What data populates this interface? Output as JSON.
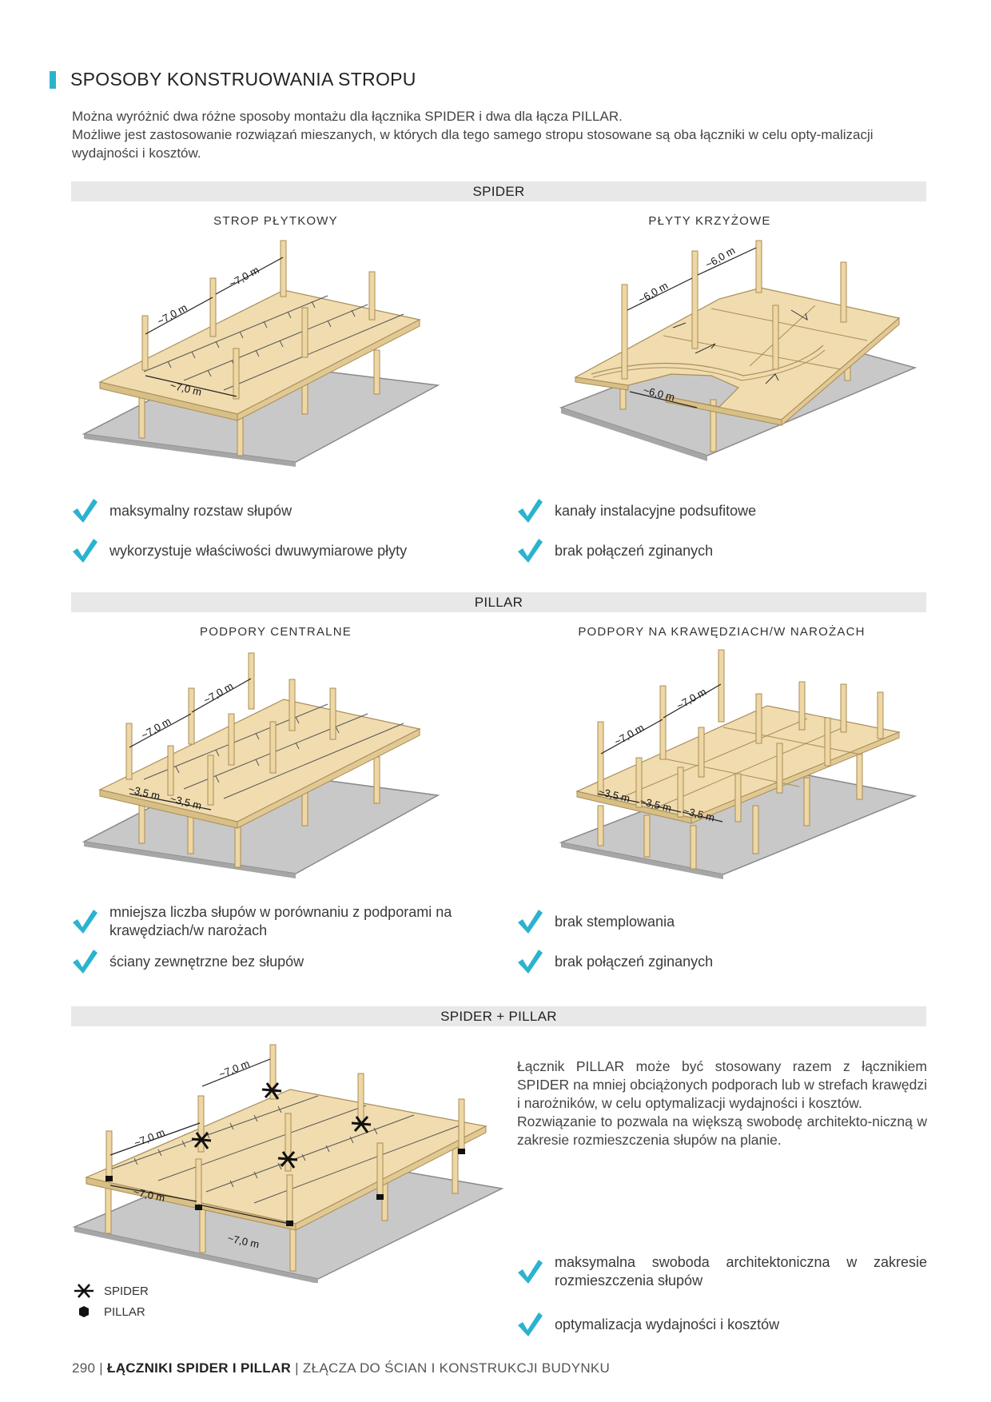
{
  "heading": "SPOSOBY KONSTRUOWANIA STROPU",
  "intro": {
    "line1": "Można wyróżnić dwa różne sposoby montażu dla łącznika SPIDER i dwa dla łącza PILLAR.",
    "line2": "Możliwe jest zastosowanie rozwiązań mieszanych, w których dla tego samego stropu stosowane są oba łączniki w celu opty-malizacji wydajności i kosztów."
  },
  "sections": {
    "spider": {
      "band": "SPIDER",
      "left": {
        "title": "STROP PŁYTKOWY",
        "dims": [
          "~7,0 m",
          "~7,0 m",
          "~7,0 m"
        ],
        "checks": [
          "maksymalny rozstaw słupów",
          "wykorzystuje właściwości dwuwymiarowe płyty"
        ]
      },
      "right": {
        "title": "PŁYTY KRZYŻOWE",
        "dims": [
          "~6,0 m",
          "~6,0 m",
          "~6,0 m"
        ],
        "checks": [
          "kanały instalacyjne podsufitowe",
          "brak połączeń zginanych"
        ]
      }
    },
    "pillar": {
      "band": "PILLAR",
      "left": {
        "title": "PODPORY CENTRALNE",
        "dims": [
          "~7,0 m",
          "~7,0 m",
          "~3,5 m",
          "~3,5 m"
        ],
        "checks": [
          "mniejsza liczba słupów w porównaniu z podporami na krawędziach/w narożach",
          "ściany zewnętrzne bez słupów"
        ]
      },
      "right": {
        "title": "PODPORY NA KRAWĘDZIACH/W NAROŻACH",
        "dims": [
          "~7,0 m",
          "~7,0 m",
          "~3,5 m",
          "~3,5 m",
          "~3,5 m"
        ],
        "checks": [
          "brak stemplowania",
          "brak połączeń zginanych"
        ]
      }
    },
    "combo": {
      "band": "SPIDER + PILLAR",
      "dims": [
        "~7,0 m",
        "~7,0 m",
        "~7,0 m",
        "~7,0 m"
      ],
      "text1": "Łącznik PILLAR może być stosowany razem z łącznikiem SPIDER na mniej obciążonych podporach lub w strefach krawędzi i narożników, w celu optymalizacji wydajności i kosztów.",
      "text2": "Rozwiązanie to pozwala na większą swobodę architekto-niczną w zakresie rozmieszczenia słupów na planie.",
      "checks": [
        "maksymalna swoboda architektoniczna w zakresie rozmieszczenia słupów",
        "optymalizacja wydajności i kosztów"
      ],
      "legend": {
        "spider": "SPIDER",
        "pillar": "PILLAR"
      }
    }
  },
  "footer": {
    "page": "290",
    "sep": "|",
    "strong": "ŁĄCZNIKI SPIDER I PILLAR",
    "rest": "ZŁĄCZA DO ŚCIAN  I KONSTRUKCJI BUDYNKU"
  },
  "colors": {
    "accent": "#2ab3cf",
    "band": "#e8e8e8",
    "slab": "#f0dcaf",
    "slab_edge": "#d8bf86",
    "ground": "#c8c8c8",
    "column": "#eed7a3"
  }
}
